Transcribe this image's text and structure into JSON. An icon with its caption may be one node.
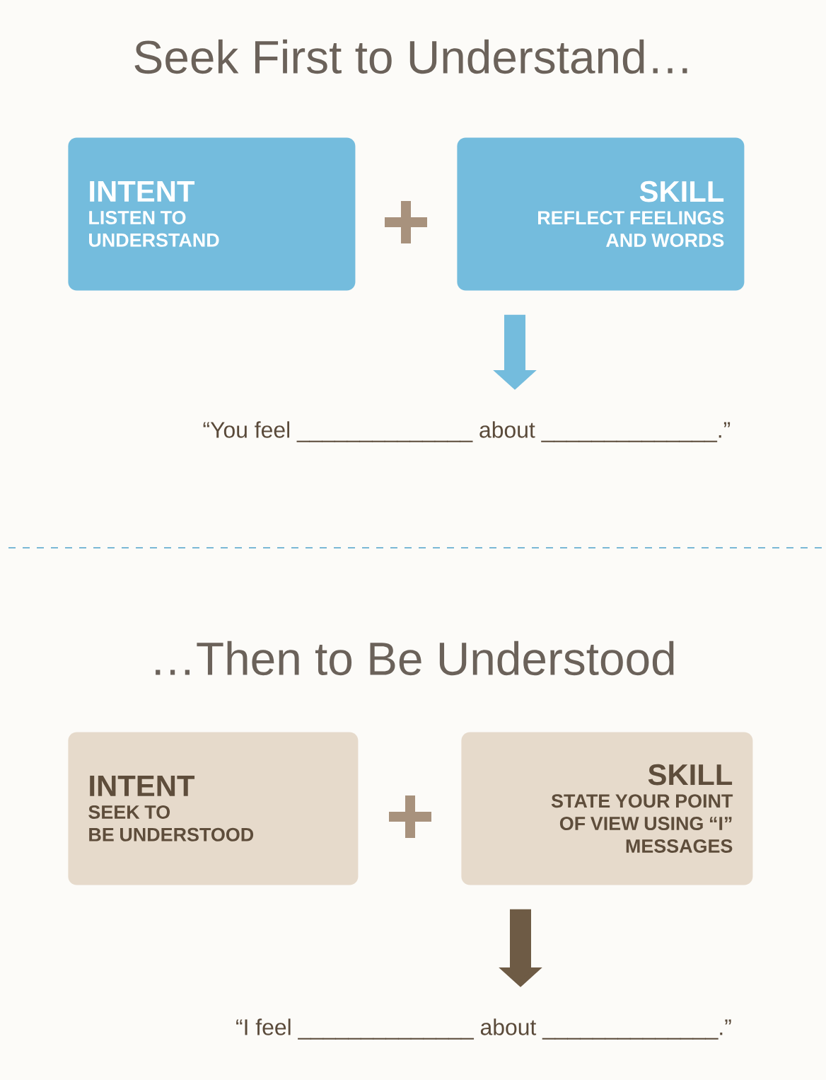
{
  "diagram": {
    "nodes": [
      {
        "text": [
          "INTENT",
          "LISTEN TO UNDERSTAND"
        ]
      },
      {
        "text": [
          "SKILL",
          "REFLECT FEELINGS AND WORDS"
        ]
      },
      {
        "text": [
          "“You feel ______________ about ______________.”"
        ]
      },
      {
        "text": [
          "INTENT",
          "SEEK TO BE UNDERSTOOD"
        ]
      },
      {
        "text": [
          "SKILL",
          "STATE YOUR POINT OF VIEW USING “I” MESSAGES"
        ]
      },
      {
        "text": [
          "“I feel ______________ about ______________.”"
        ]
      }
    ],
    "edges": [
      {
        "from": 1,
        "to": 2,
        "arrow": "to",
        "color": "#74bcdd"
      },
      {
        "from": 4,
        "to": 5,
        "arrow": "to",
        "color": "#6e5b45"
      }
    ],
    "labels": [
      "Seek First to Understand…",
      "…Then to Be Understood"
    ]
  }
}
